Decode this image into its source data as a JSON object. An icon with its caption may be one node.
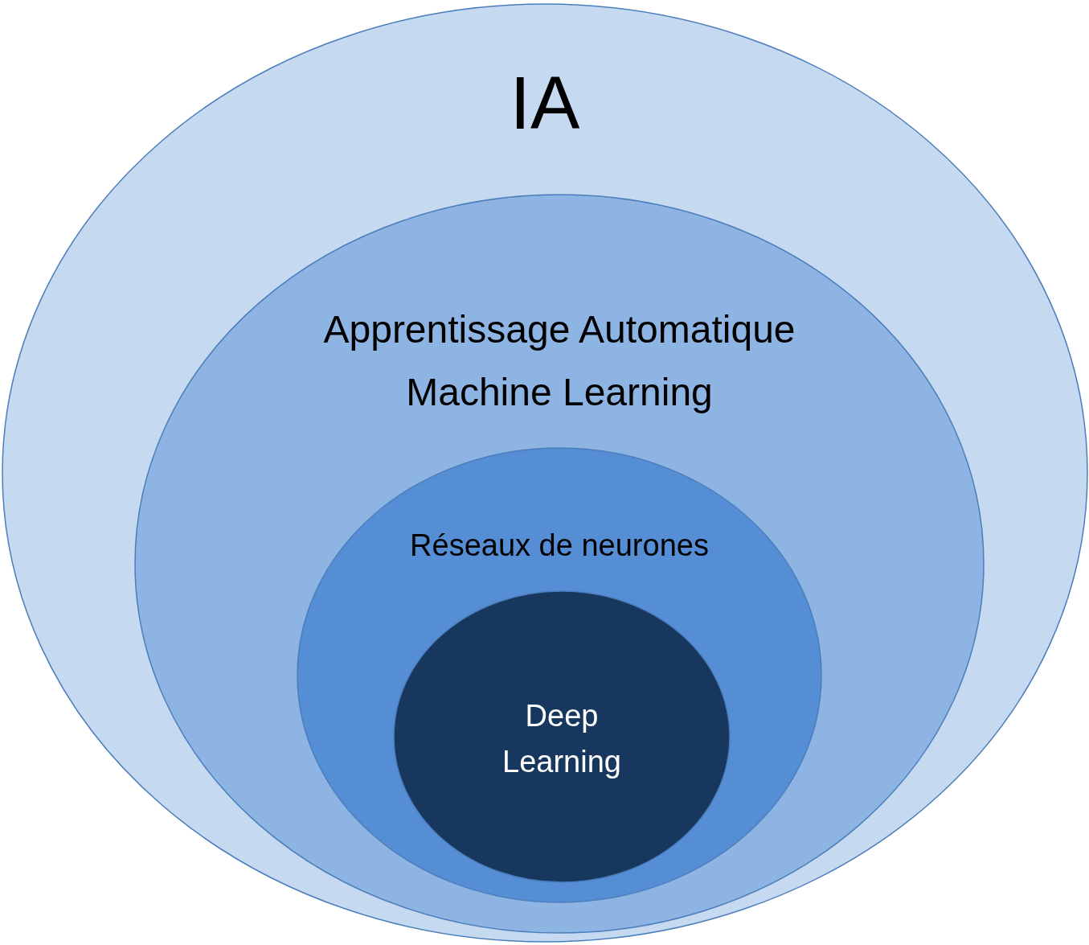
{
  "diagram": {
    "nodes": [
      {
        "text": [
          "IA"
        ]
      },
      {
        "text": [
          "Apprentissage Automatique",
          "Machine Learning"
        ],
        "in": 0
      },
      {
        "text": [
          "Réseaux de neurones"
        ],
        "in": 1
      },
      {
        "text": [
          "Deep Learning"
        ],
        "in": 2
      }
    ]
  }
}
